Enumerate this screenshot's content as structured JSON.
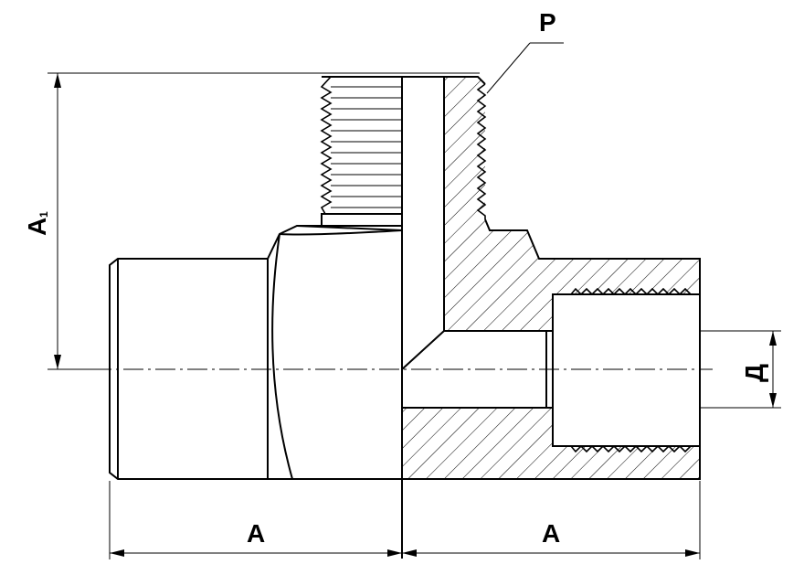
{
  "labels": {
    "p": "Р",
    "a_left": "А",
    "a_right": "А",
    "a1_main": "А",
    "a1_sub": "1",
    "d": "Д"
  }
}
